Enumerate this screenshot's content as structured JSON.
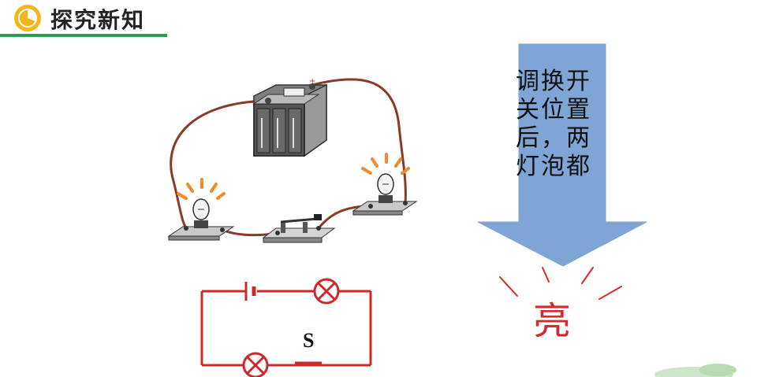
{
  "header": {
    "title": "探究新知",
    "accent_color": "#2e9a52",
    "icon_color": "#f2b51a"
  },
  "arrow": {
    "text": "调换开关位置后，两灯泡都",
    "fill_color": "#7ea5d6"
  },
  "result": {
    "text": "亮",
    "color": "#d32b2b"
  },
  "schematic": {
    "switch_label": "S",
    "wire_color": "#cc2a2a"
  }
}
